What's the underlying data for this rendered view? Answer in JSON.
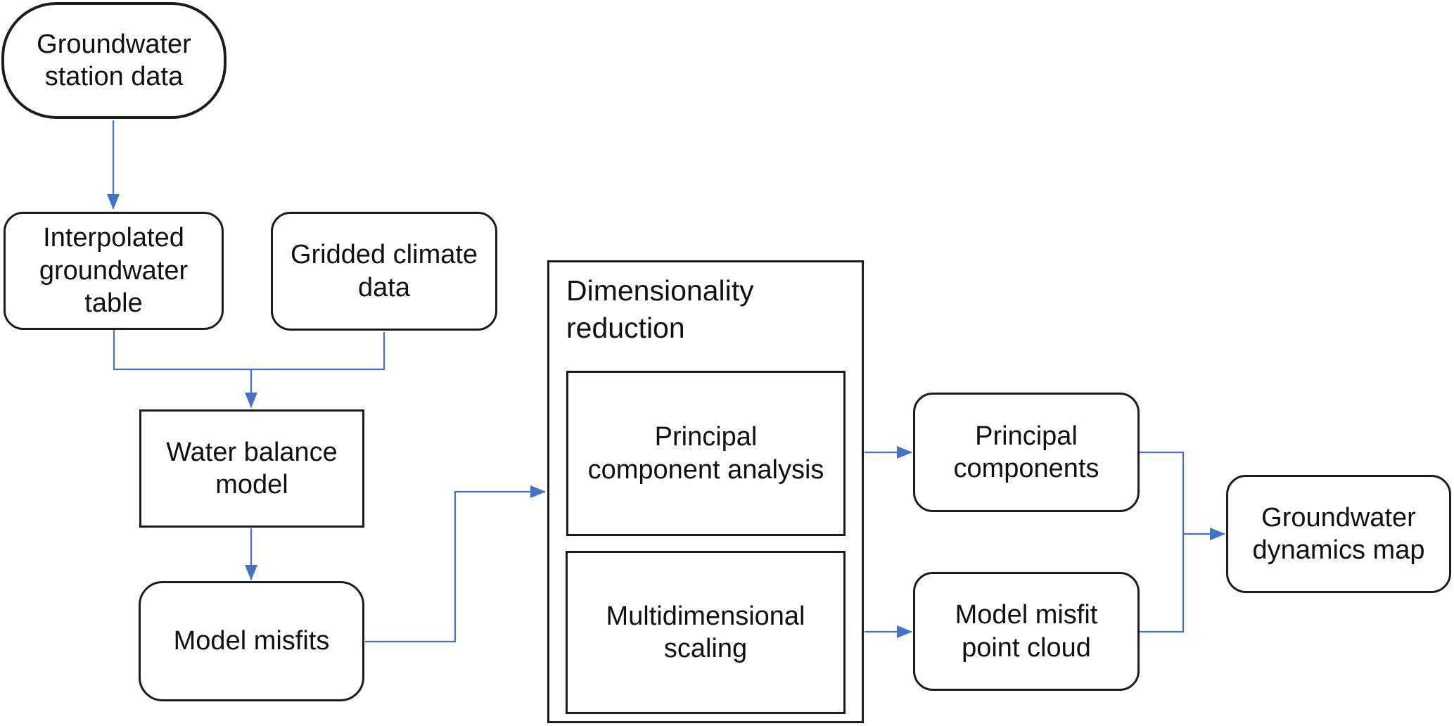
{
  "theme": {
    "connector_color": "#4472C4",
    "border_color": "#1c1c1c",
    "background": "#ffffff",
    "text_color": "#111111"
  },
  "diagram": {
    "nodes": {
      "groundwater_station_data": {
        "label": "Groundwater\nstation data",
        "shape": "stadium"
      },
      "interpolated_groundwater_table": {
        "label": "Interpolated\ngroundwater\ntable",
        "shape": "rounded"
      },
      "gridded_climate_data": {
        "label": "Gridded climate\ndata",
        "shape": "rounded"
      },
      "water_balance_model": {
        "label": "Water balance\nmodel",
        "shape": "rect"
      },
      "model_misfits": {
        "label": "Model misfits",
        "shape": "rounded"
      },
      "dimensionality_reduction": {
        "label": "Dimensionality\nreduction",
        "shape": "container"
      },
      "principal_component_analysis": {
        "label": "Principal\ncomponent analysis",
        "shape": "rect"
      },
      "multidimensional_scaling": {
        "label": "Multidimensional\nscaling",
        "shape": "rect"
      },
      "principal_components": {
        "label": "Principal\ncomponents",
        "shape": "rounded"
      },
      "model_misfit_point_cloud": {
        "label": "Model misfit\npoint cloud",
        "shape": "rounded"
      },
      "groundwater_dynamics_map": {
        "label": "Groundwater\ndynamics map",
        "shape": "rounded"
      }
    },
    "edges": [
      {
        "from": "groundwater_station_data",
        "to": "interpolated_groundwater_table"
      },
      {
        "from": "interpolated_groundwater_table",
        "to": "water_balance_model"
      },
      {
        "from": "gridded_climate_data",
        "to": "water_balance_model"
      },
      {
        "from": "water_balance_model",
        "to": "model_misfits"
      },
      {
        "from": "model_misfits",
        "to": "dimensionality_reduction"
      },
      {
        "from": "principal_component_analysis",
        "to": "principal_components"
      },
      {
        "from": "multidimensional_scaling",
        "to": "model_misfit_point_cloud"
      },
      {
        "from": "principal_components",
        "to": "groundwater_dynamics_map"
      },
      {
        "from": "model_misfit_point_cloud",
        "to": "groundwater_dynamics_map"
      }
    ]
  }
}
